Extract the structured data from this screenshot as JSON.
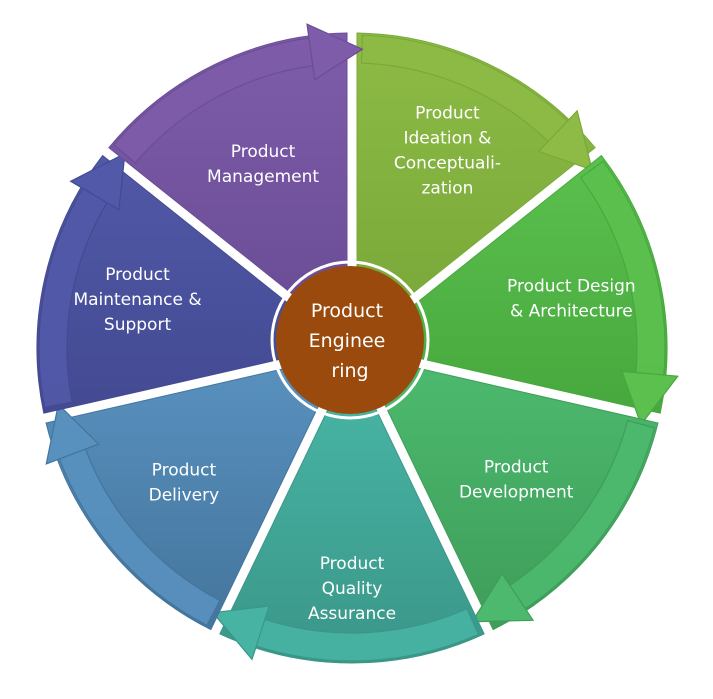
{
  "center": {
    "label_lines": [
      "Product",
      "Enginee",
      "ring"
    ],
    "color": "#9A4A0C"
  },
  "segments": [
    {
      "id": "ideation",
      "label_lines": [
        "Product",
        "Ideation &",
        "Conceptuali-",
        "zation"
      ],
      "color": "#8DBB45",
      "dark": "#7AA93A"
    },
    {
      "id": "design",
      "label_lines": [
        "Product Design",
        "& Architecture"
      ],
      "color": "#5BC04E",
      "dark": "#47A83D"
    },
    {
      "id": "development",
      "label_lines": [
        "Product",
        "Development"
      ],
      "color": "#4CB96E",
      "dark": "#3E9D59"
    },
    {
      "id": "quality-assurance",
      "label_lines": [
        "Product",
        "Quality",
        "Assurance"
      ],
      "color": "#47B3A3",
      "dark": "#3A9688"
    },
    {
      "id": "delivery",
      "label_lines": [
        "Product",
        "Delivery"
      ],
      "color": "#5890BE",
      "dark": "#44759C"
    },
    {
      "id": "maintenance",
      "label_lines": [
        "Product",
        "Maintenance &",
        "Support"
      ],
      "color": "#5159A8",
      "dark": "#434A92"
    },
    {
      "id": "management",
      "label_lines": [
        "Product",
        "Management"
      ],
      "color": "#7E5CAA",
      "dark": "#6B4D96"
    }
  ]
}
